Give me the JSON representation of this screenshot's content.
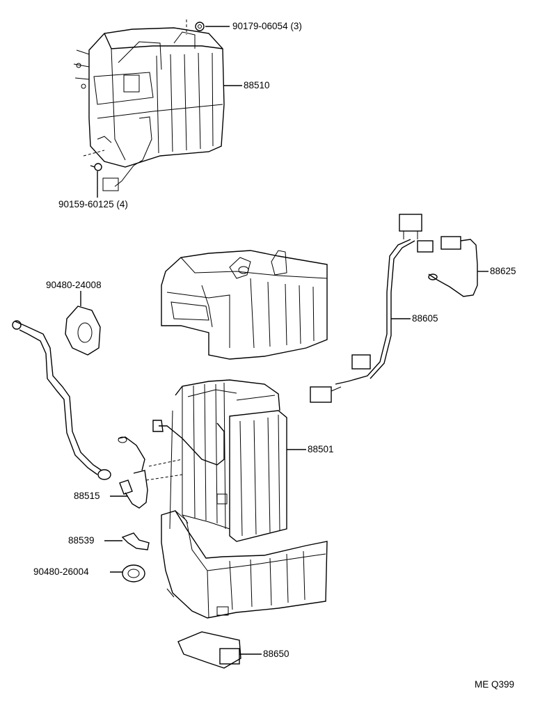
{
  "parts": {
    "p90179": "90179-06054 (3)",
    "p88510": "88510",
    "p90159": "90159-60125 (4)",
    "p90480a": "90480-24008",
    "p88625": "88625",
    "p88605": "88605",
    "p88501": "88501",
    "p88515": "88515",
    "p88539": "88539",
    "p90480b": "90480-26004",
    "p88650": "88650"
  },
  "footer": {
    "code": "ME Q399"
  }
}
